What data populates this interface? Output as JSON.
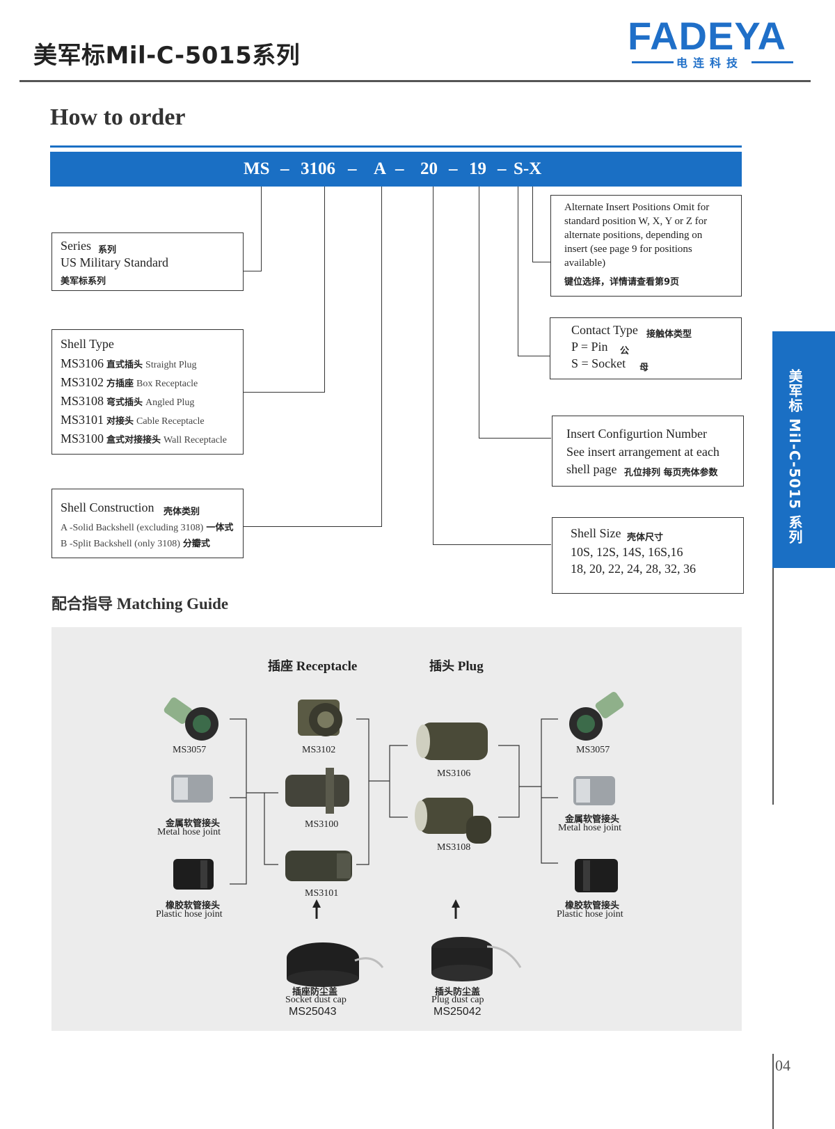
{
  "header": {
    "series_title": "美军标Mil-C-5015系列",
    "logo": "FADEYA",
    "logo_sub": "电连科技"
  },
  "side_tab": {
    "label": "美军标 Mil-C-5015 系列"
  },
  "page_number": "04",
  "order": {
    "title": "How to order",
    "code": [
      "MS",
      "–",
      "3106",
      "–",
      "A",
      "–",
      "20",
      "–",
      "19",
      "–",
      "S-X"
    ],
    "series_box": {
      "title_en": "Series",
      "title_cn": "系列",
      "line1": "US Military Standard",
      "line2": "美军标系列"
    },
    "shell_type_box": {
      "title": "Shell Type",
      "items": [
        {
          "code": "MS3106",
          "cn": "直式插头",
          "en": "Straight Plug"
        },
        {
          "code": "MS3102",
          "cn": "方插座",
          "en": "Box Receptacle"
        },
        {
          "code": "MS3108",
          "cn": "弯式插头",
          "en": "Angled Plug"
        },
        {
          "code": "MS3101",
          "cn": "对接头",
          "en": "Cable Receptacle"
        },
        {
          "code": "MS3100",
          "cn": "盒式对接接头",
          "en": "Wall Receptacle"
        }
      ]
    },
    "construction_box": {
      "title_en": "Shell Construction",
      "title_cn": "壳体类别",
      "line_a": "A -Solid Backshell (excluding 3108)",
      "line_a_cn": "一体式",
      "line_b": "B -Split Backshell (only 3108)",
      "line_b_cn": "分瓣式"
    },
    "alternate_box": {
      "lines": [
        "Alternate Insert Positions Omit for",
        "standard position W, X, Y or Z for",
        "alternate positions, depending on",
        "insert (see page 9 for positions",
        "available)"
      ],
      "cn": "键位选择，详情请查看第9页"
    },
    "contact_box": {
      "title_en": "Contact Type",
      "title_cn": "接触体类型",
      "pin": "P = Pin",
      "pin_cn": "公",
      "socket": "S = Socket",
      "socket_cn": "母"
    },
    "insert_box": {
      "line1": "Insert Configurtion Number",
      "line2": "See insert arrangement at each",
      "line3": "shell page",
      "line3_cn": "孔位排列 每页壳体参数"
    },
    "size_box": {
      "title_en": "Shell Size",
      "title_cn": "壳体尺寸",
      "line1": "10S, 12S, 14S,  16S,16",
      "line2": "18, 20, 22, 24, 28, 32, 36"
    }
  },
  "matching": {
    "title_cn": "配合指导",
    "title_en": "Matching Guide",
    "receptacle_cn": "插座",
    "receptacle_en": "Receptacle",
    "plug_cn": "插头",
    "plug_en": "Plug",
    "left": [
      {
        "cn": "",
        "en": "MS3057"
      },
      {
        "cn": "金属软管接头",
        "en": "Metal hose joint"
      },
      {
        "cn": "橡胶软管接头",
        "en": "Plastic hose joint"
      }
    ],
    "receptacles": [
      "MS3102",
      "MS3100",
      "MS3101"
    ],
    "plugs": [
      "MS3106",
      "MS3108"
    ],
    "right": [
      {
        "cn": "",
        "en": "MS3057"
      },
      {
        "cn": "金属软管接头",
        "en": "Metal hose joint"
      },
      {
        "cn": "橡胶软管接头",
        "en": "Plastic hose joint"
      }
    ],
    "socket_cap": {
      "cn": "插座防尘盖",
      "en": "Socket dust cap",
      "code": "MS25043"
    },
    "plug_cap": {
      "cn": "插头防尘盖",
      "en": "Plug dust cap",
      "code": "MS25042"
    }
  }
}
